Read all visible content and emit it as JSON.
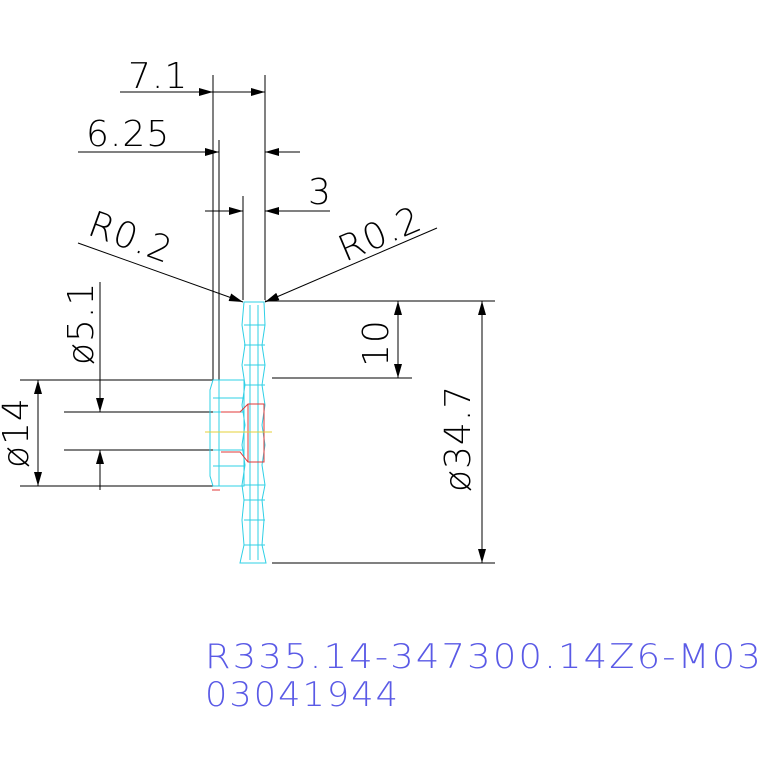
{
  "colors": {
    "background": "#ffffff",
    "dimension_lines": "#000000",
    "part_outline": "#2fd0e6",
    "hidden_section": "#e03a3a",
    "centerline": "#e6d23a",
    "title_text": "#5a5ae6"
  },
  "dimensions": {
    "width_overall": "7.1",
    "width_seat": "6.25",
    "width_edge": "3",
    "radius_left": "R0.2",
    "radius_right": "R0.2",
    "inner_diameter": "ø5.1",
    "hub_diameter": "ø14",
    "offset": "10",
    "outer_diameter": "ø34.7"
  },
  "title_block": {
    "part_number": "R335.14-347300.14Z6-M03",
    "item_code": "03041944"
  }
}
